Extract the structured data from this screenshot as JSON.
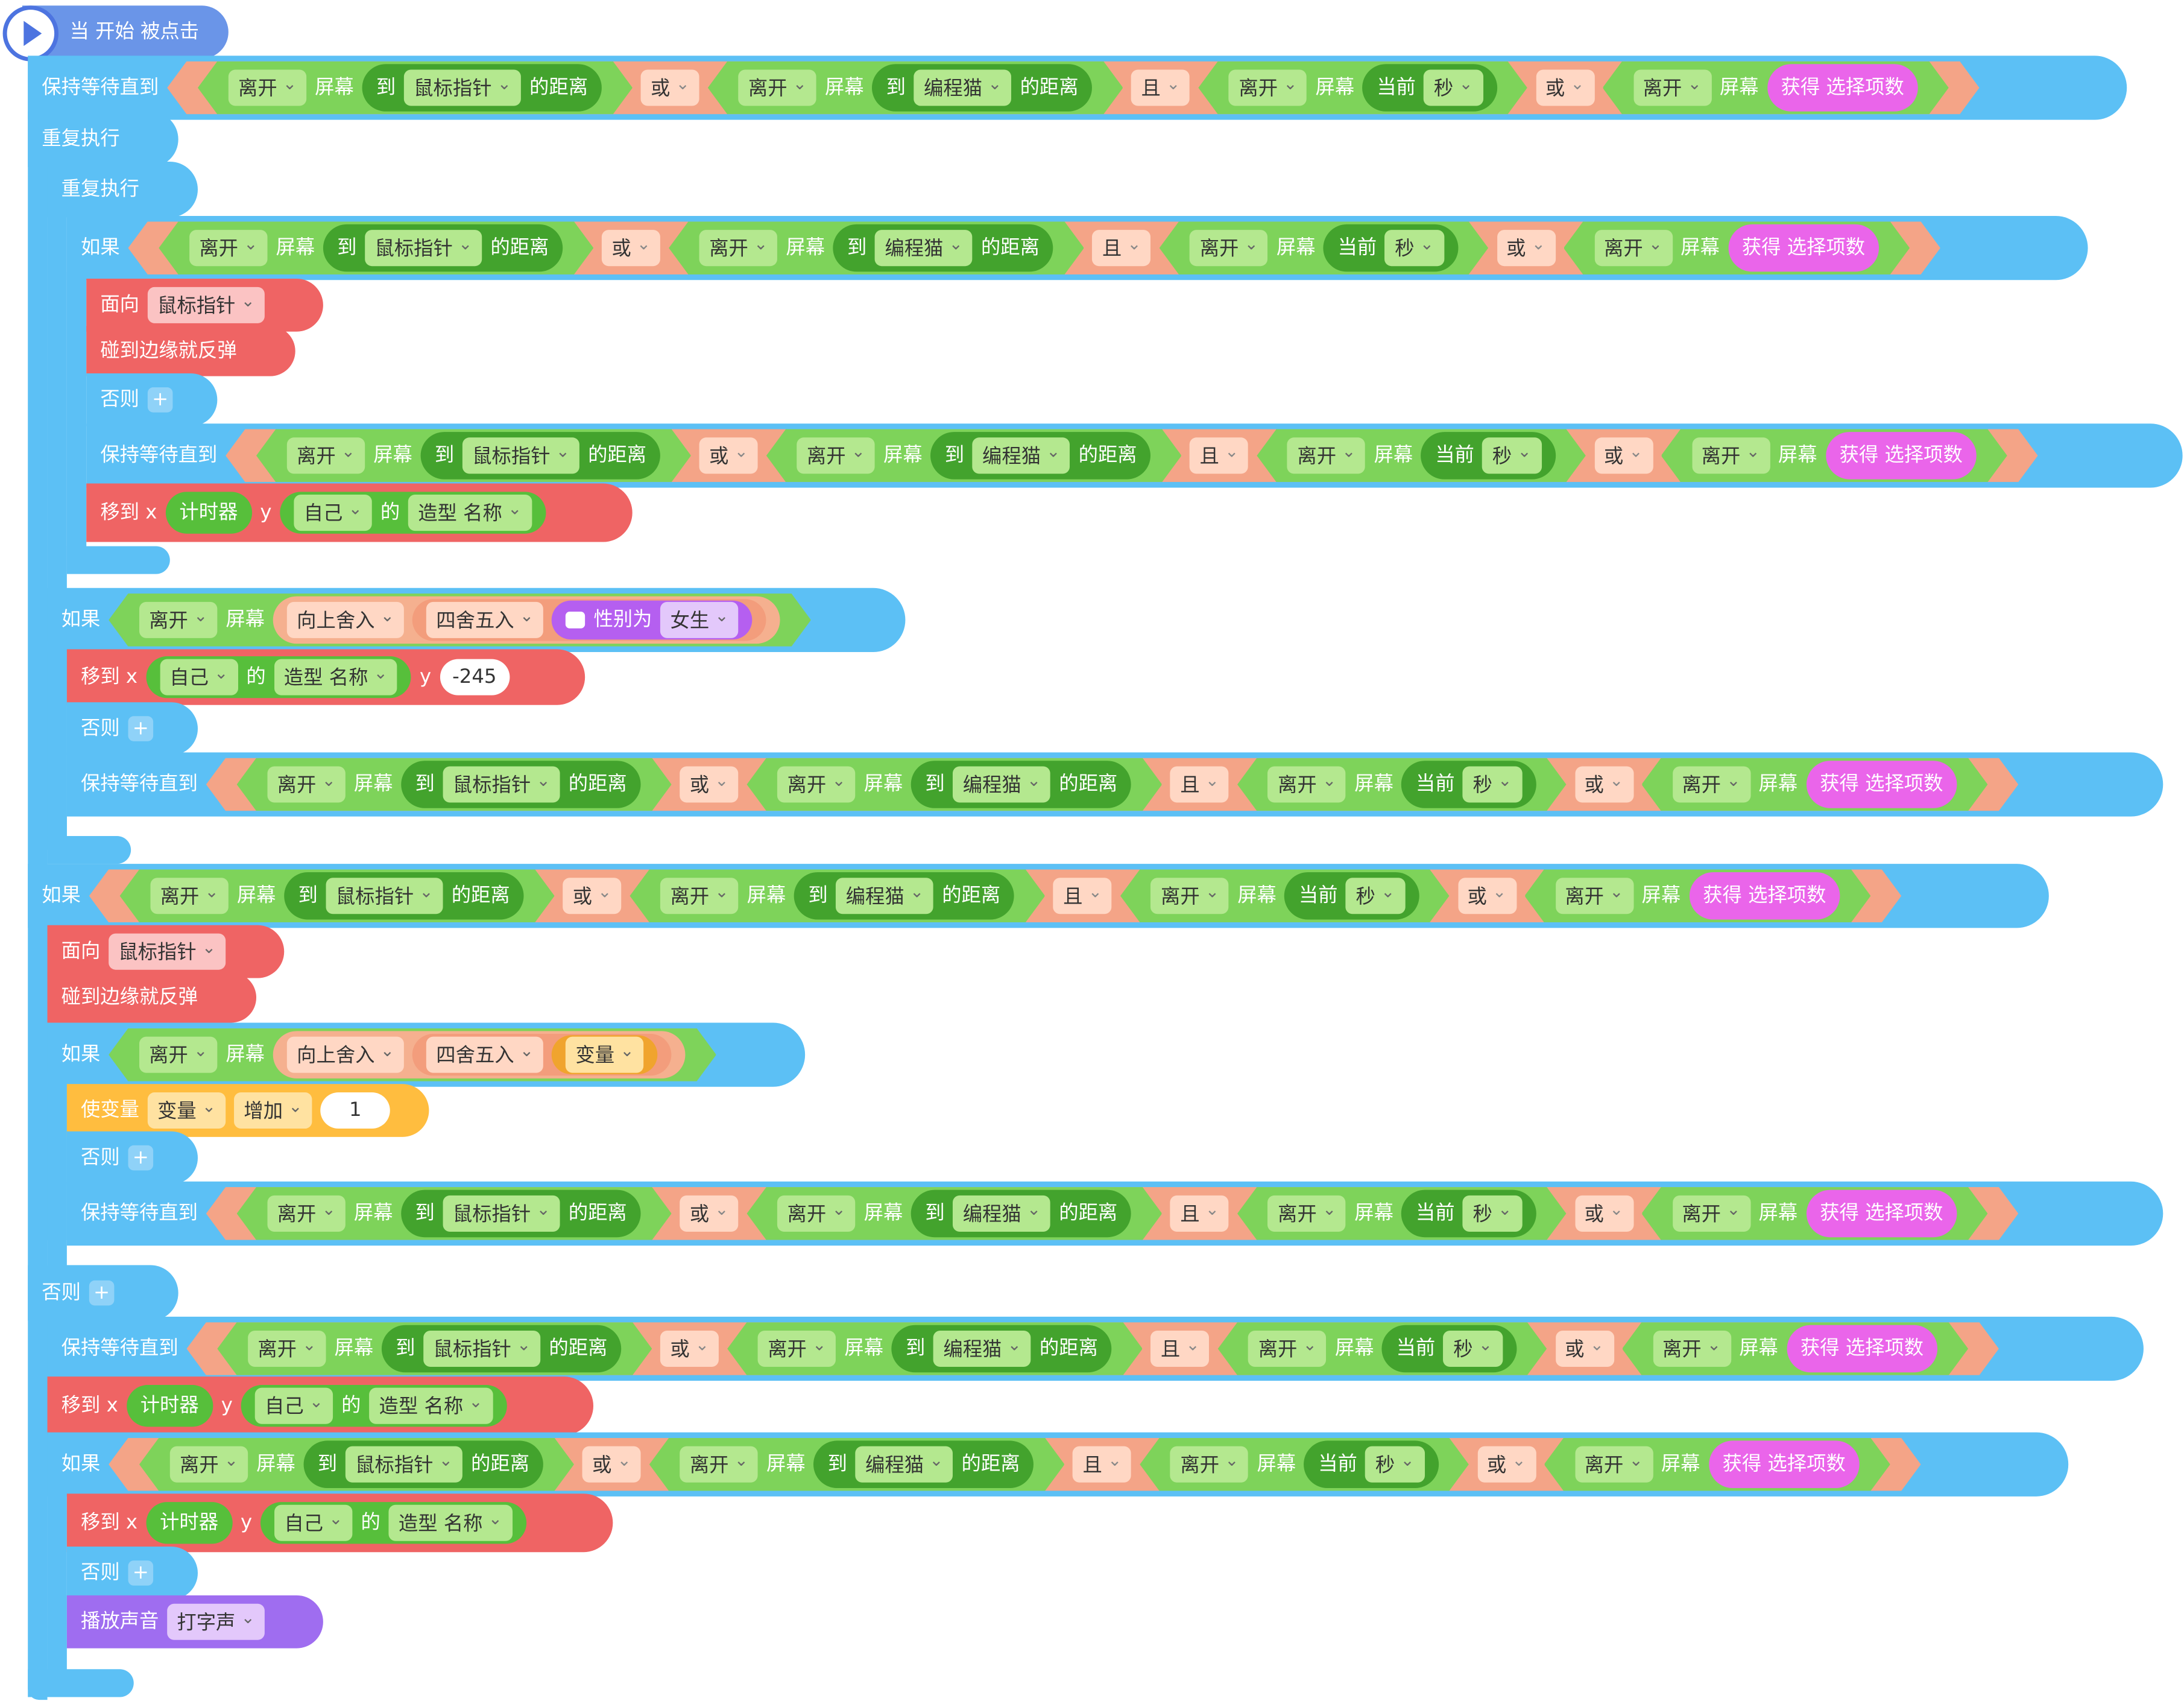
{
  "hat": {
    "label": "当 开始 被点击"
  },
  "words": {
    "wait_until": "保持等待直到",
    "repeat": "重复执行",
    "if": "如果",
    "else": "否则",
    "face": "面向",
    "bounce": "碰到边缘就反弹",
    "move_x": "移到 x",
    "y": "y",
    "of": "的",
    "set_var": "使变量",
    "play_sound": "播放声音",
    "plus": "+"
  },
  "cond": {
    "leave": "离开",
    "screen": "屏幕",
    "to": "到",
    "mouse": "鼠标指针",
    "distance": "的距离",
    "or": "或",
    "cat": "编程猫",
    "and": "且",
    "current": "当前",
    "second": "秒",
    "option_count": "获得 选择项数"
  },
  "misc": {
    "timer": "计时器",
    "self": "自己",
    "costume_name": "造型 名称",
    "ceil": "向上舍入",
    "round": "四舍五入",
    "gender_is": "性别为",
    "female": "女生",
    "neg245": "-245",
    "variable": "变量",
    "increase": "增加",
    "one": "1",
    "typing_sound": "打字声"
  },
  "colors": {
    "control": "#5cc0f5",
    "motion": "#ef6464",
    "variable": "#ffbd3f",
    "sound": "#9f6df0",
    "event": "#6a95e8",
    "operator": "#f4a487",
    "sensing": "#57bf3b"
  }
}
